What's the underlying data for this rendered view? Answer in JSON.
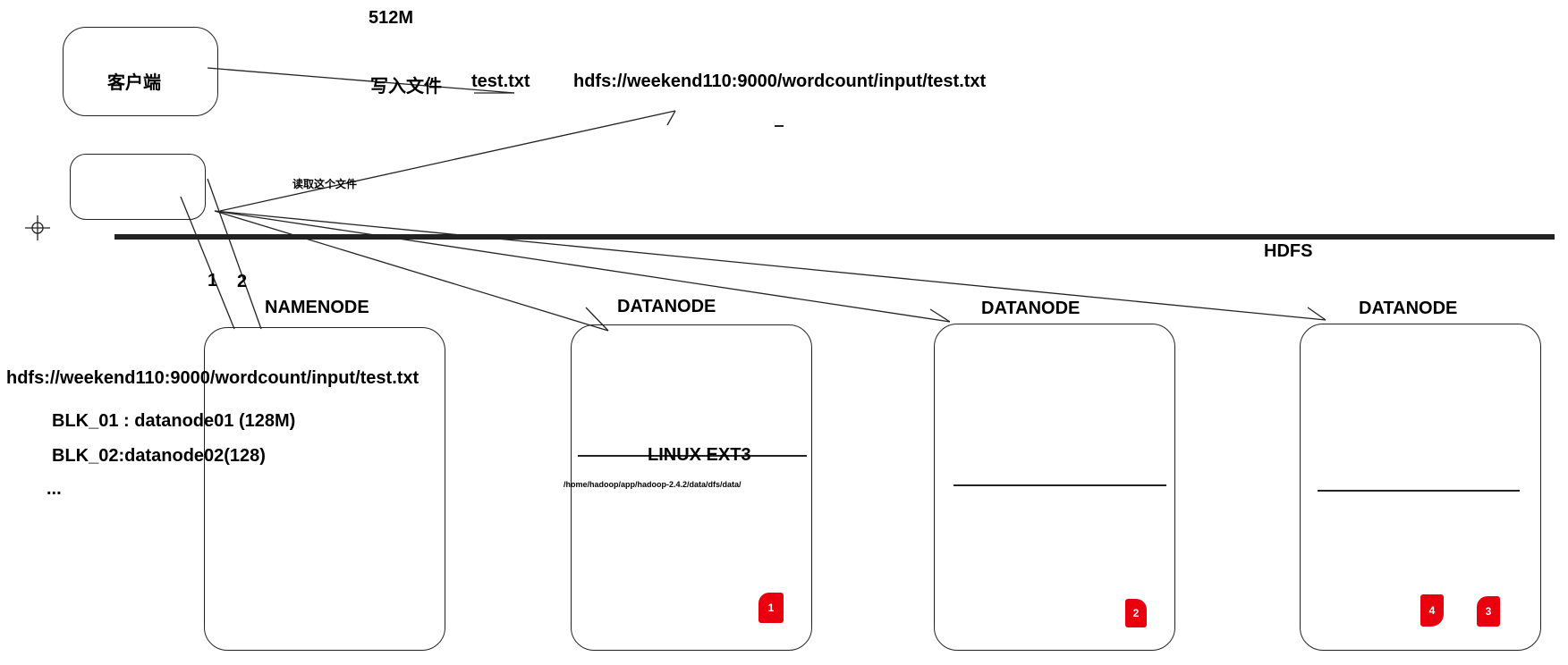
{
  "top_label": "512M",
  "client": {
    "label": "客户端"
  },
  "write_label": {
    "action": "写入文件",
    "file": "test.txt"
  },
  "top_path": "hdfs://weekend110:9000/wordcount/input/test.txt",
  "read_label": "读取这个文件",
  "hdfs_label": "HDFS",
  "arrow_labels": [
    "1",
    "2"
  ],
  "namenode": {
    "title": "NAMENODE",
    "path": "hdfs://weekend110:9000/wordcount/input/test.txt",
    "entries": [
      "BLK_01 : datanode01 (128M)",
      "BLK_02:datanode02(128)",
      "..."
    ]
  },
  "datanodes": [
    {
      "title": "DATANODE",
      "fs_label": "LINUX EXT3",
      "dir": "/home/hadoop/app/hadoop-2.4.2/data/dfs/data/",
      "blocks": [
        "1"
      ]
    },
    {
      "title": "DATANODE",
      "blocks": [
        "2"
      ]
    },
    {
      "title": "DATANODE",
      "blocks": [
        "4",
        "3"
      ]
    }
  ],
  "colors": {
    "block": "#e8000f",
    "stroke": "#222222"
  }
}
